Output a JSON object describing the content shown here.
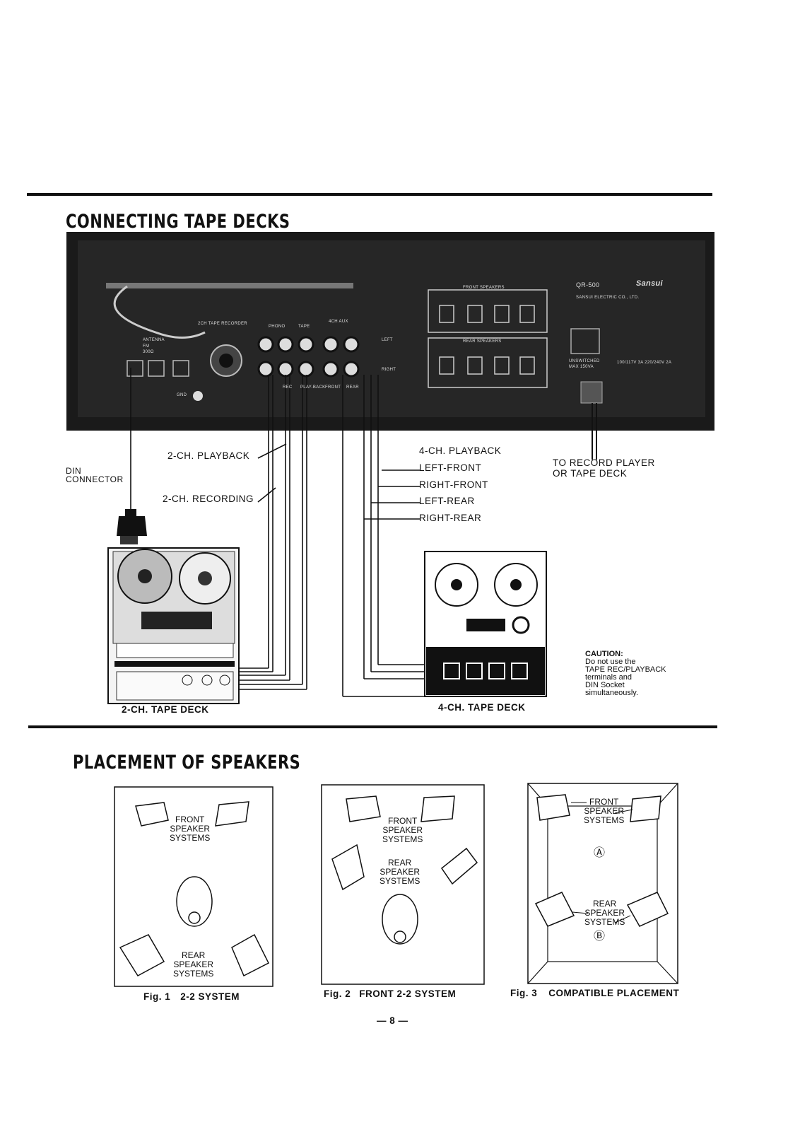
{
  "section1": {
    "title": "CONNECTING TAPE DECKS",
    "labels": {
      "playback_2ch": "2-CH. PLAYBACK",
      "recording_2ch": "2-CH. RECORDING",
      "din_connector_1": "DIN",
      "din_connector_2": "CONNECTOR",
      "playback_4ch": "4-CH. PLAYBACK",
      "left_front": "LEFT-FRONT",
      "right_front": "RIGHT-FRONT",
      "left_rear": "LEFT-REAR",
      "right_rear": "RIGHT-REAR",
      "record_player_1": "TO RECORD PLAYER",
      "record_player_2": "OR TAPE DECK"
    },
    "panel": {
      "antenna": "ANTENNA",
      "fm": "FM",
      "ohm": "300Ω",
      "gnd": "GND",
      "tape_recorder": "2CH TAPE RECORDER",
      "phono": "PHONO",
      "tape": "TAPE",
      "aux_4ch": "4CH AUX",
      "left": "LEFT",
      "right": "RIGHT",
      "rec": "REC",
      "playback": "PLAY-BACK",
      "front": "FRONT",
      "rear": "REAR",
      "front_speakers": "FRONT SPEAKERS",
      "rear_speakers": "REAR SPEAKERS",
      "model": "QR-500",
      "brand": "Sansui",
      "maker": "SANSUI ELECTRIC CO., LTD.",
      "unswitched": "UNSWITCHED",
      "max": "MAX 150VA",
      "volts": "100/117V 3A 220/240V 2A"
    },
    "decks": {
      "deck_2ch": "2-CH. TAPE DECK",
      "deck_4ch": "4-CH. TAPE DECK"
    },
    "caution": {
      "heading": "CAUTION:",
      "lines": [
        "Do not use the",
        "TAPE REC/PLAYBACK",
        "terminals and",
        "DIN Socket",
        "simultaneously."
      ]
    }
  },
  "section2": {
    "title": "PLACEMENT OF SPEAKERS",
    "figures": [
      {
        "front_label": [
          "FRONT",
          "SPEAKER",
          "SYSTEMS"
        ],
        "rear_label": [
          "REAR",
          "SPEAKER",
          "SYSTEMS"
        ],
        "caption_num": "Fig. 1",
        "caption_text": "2-2 SYSTEM"
      },
      {
        "front_label": [
          "FRONT",
          "SPEAKER",
          "SYSTEMS"
        ],
        "rear_label": [
          "REAR",
          "SPEAKER",
          "SYSTEMS"
        ],
        "caption_num": "Fig. 2",
        "caption_text": "FRONT 2-2 SYSTEM"
      },
      {
        "front_label": [
          "FRONT",
          "SPEAKER",
          "SYSTEMS"
        ],
        "rear_label": [
          "REAR",
          "SPEAKER",
          "SYSTEMS"
        ],
        "marker_a": "Ⓐ",
        "marker_b": "Ⓑ",
        "caption_num": "Fig. 3",
        "caption_text": "COMPATIBLE PLACEMENT"
      }
    ]
  },
  "page_number": "— 8 —"
}
